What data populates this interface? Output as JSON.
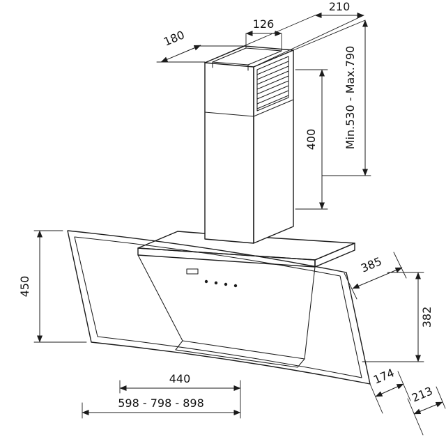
{
  "style": {
    "background": "#ffffff",
    "line_color": "#1b1b1b"
  },
  "drawing": {
    "dimensions": {
      "top_width": "210",
      "top_depth": "180",
      "outlet_width": "126",
      "chimney_height_range": "Min.530 - Max.790",
      "chimney_section_height": "400",
      "glass_height": "450",
      "top_total_depth": "385",
      "right_side_height": "382",
      "bottom_inner_width": "440",
      "hood_width_options": "598 - 798 - 898",
      "bottom_front_depth": "174",
      "bottom_rear_depth": "213"
    }
  }
}
